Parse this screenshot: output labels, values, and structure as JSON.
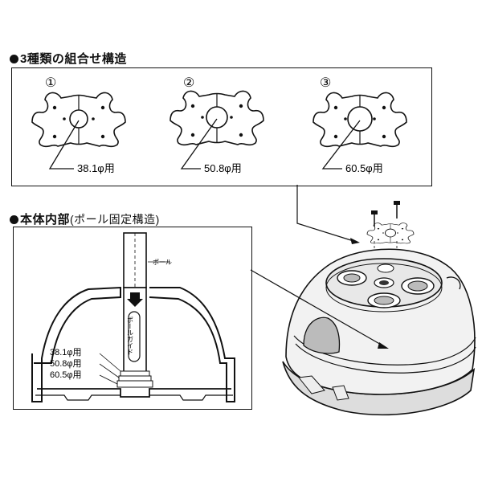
{
  "top_section": {
    "heading": "3種類の組合せ構造",
    "variants": [
      {
        "number": "①",
        "label": "38.1φ用"
      },
      {
        "number": "②",
        "label": "50.8φ用"
      },
      {
        "number": "③",
        "label": "60.5φ用"
      }
    ]
  },
  "bottom_section": {
    "heading": "本体内部",
    "heading_sub": "(ポール固定構造)",
    "pole_label": "ポール",
    "guide_label": "ポールガイド",
    "size_labels": [
      "38.1φ用",
      "50.8φ用",
      "60.5φ用"
    ]
  }
}
